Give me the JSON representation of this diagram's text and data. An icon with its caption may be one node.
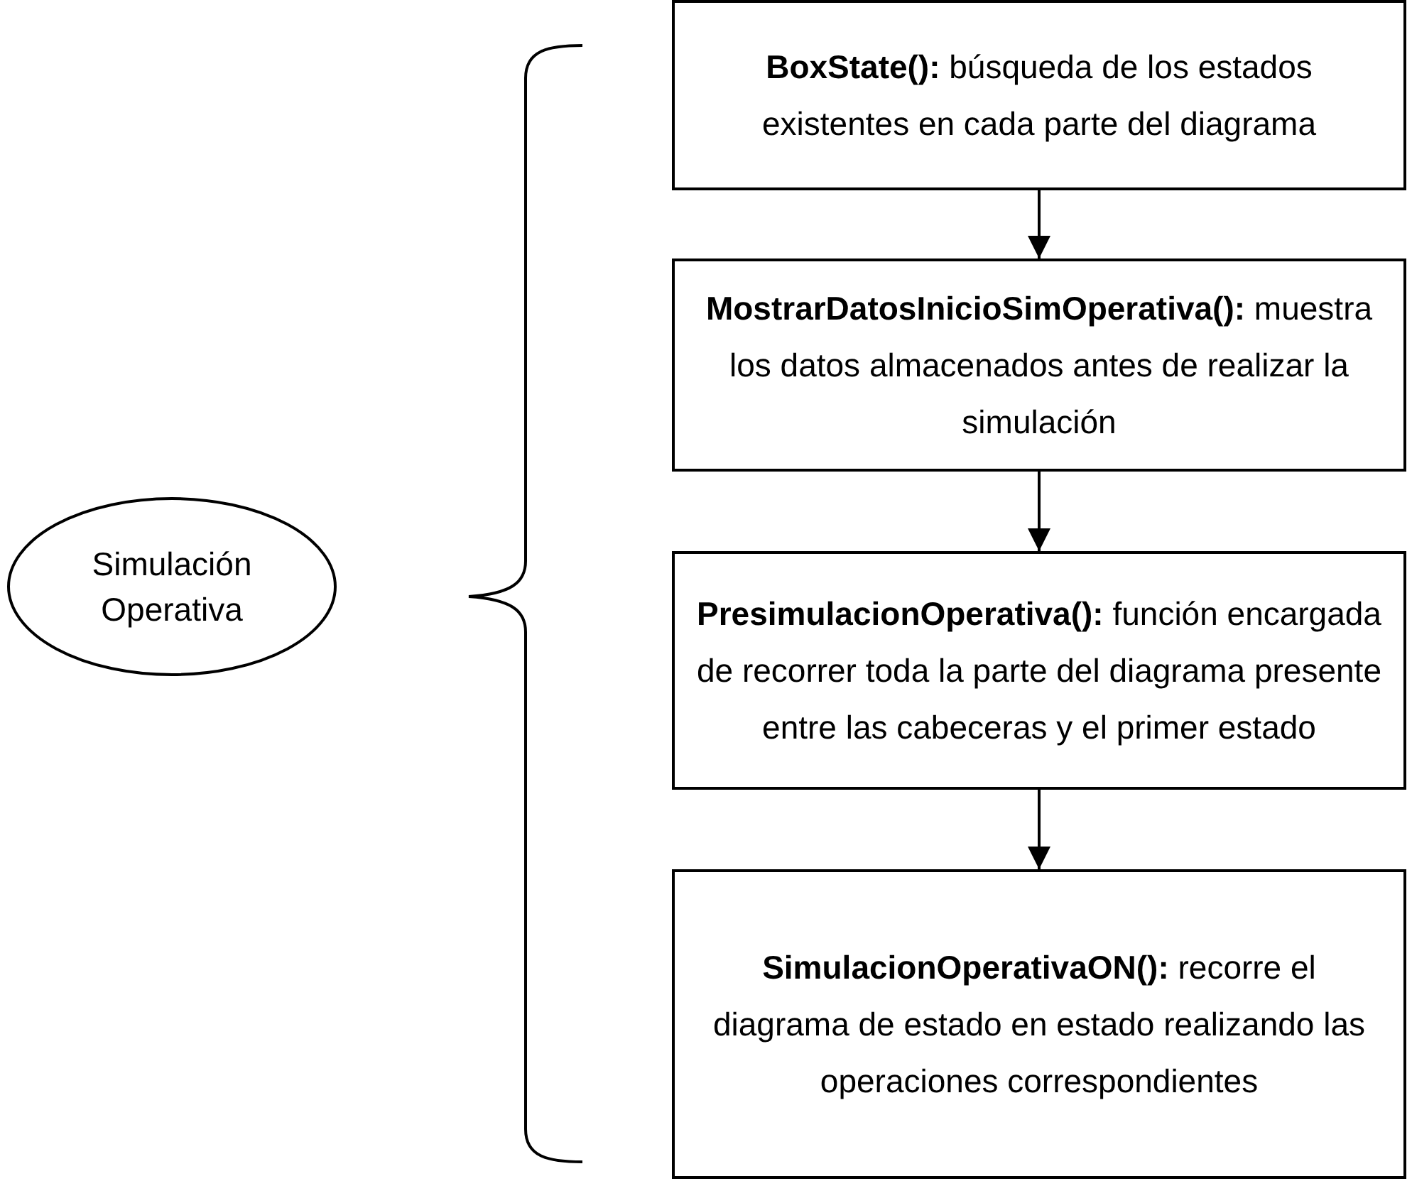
{
  "diagram": {
    "nodes": [
      {
        "text": [
          "Simulación Operativa"
        ]
      },
      {
        "text": [
          "**BoxState():** búsqueda de los estados existentes en cada parte del diagrama"
        ]
      },
      {
        "text": [
          "**MostrarDatosInicioSimOperativa():** muestra los datos almacenados antes de realizar la simulación"
        ]
      },
      {
        "text": [
          "**PresimulacionOperativa():** función encargada de recorrer toda la parte del diagrama presente entre las cabeceras y el primer estado"
        ]
      },
      {
        "text": [
          "**SimulacionOperativaON():** recorre el diagrama de estado en estado realizando las operaciones correspondientes"
        ]
      }
    ],
    "edges": [
      {
        "from": 1,
        "to": 2,
        "arrow": "to"
      },
      {
        "from": 2,
        "to": 3,
        "arrow": "to"
      },
      {
        "from": 3,
        "to": 4,
        "arrow": "to"
      }
    ]
  }
}
